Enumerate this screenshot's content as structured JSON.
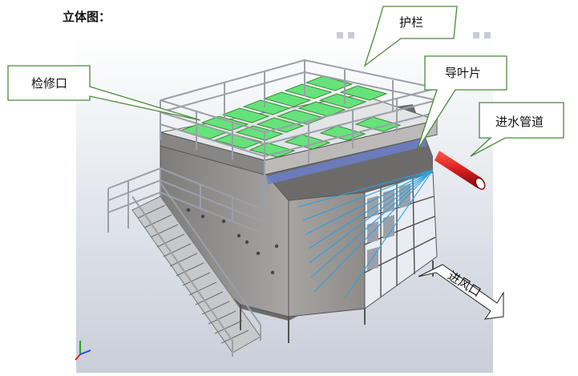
{
  "title": "立体图：",
  "labels": {
    "guardrail": "护栏",
    "hatch": "检修口",
    "guide_vane": "导叶片",
    "inlet_pipe": "进水管道",
    "air_inlet": "进风口"
  },
  "colors": {
    "panel_green": "#66e27a",
    "pipe_red": "#d81e1e",
    "body_gray": "#9c9a99",
    "rail_gray": "#b8bcc4",
    "callout_green": "#4a8a3a",
    "louver_blue": "#2aa0e0",
    "background_panel": "#dfe3ea"
  }
}
